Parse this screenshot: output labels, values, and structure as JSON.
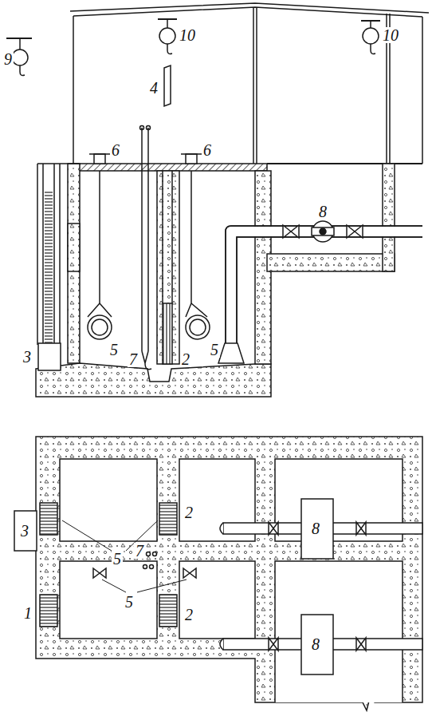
{
  "diagram": {
    "labels": [
      "9",
      "10",
      "10",
      "4",
      "6",
      "6",
      "8",
      "5",
      "5",
      "3",
      "7",
      "2",
      "3",
      "5",
      "2",
      "7",
      "8",
      "5",
      "1",
      "2",
      "8"
    ]
  }
}
